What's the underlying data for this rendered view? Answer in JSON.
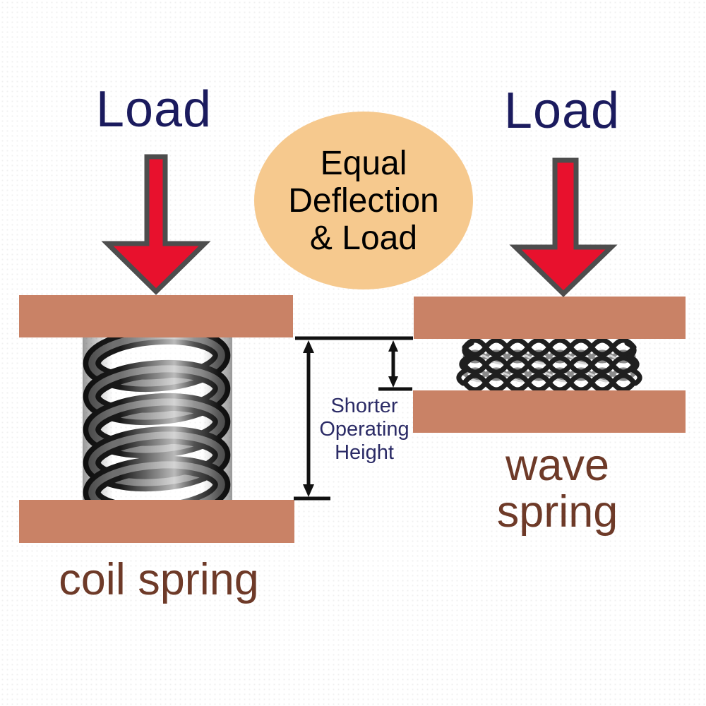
{
  "left_column": {
    "load_label": "Load",
    "spring_label": "coil spring"
  },
  "right_column": {
    "load_label": "Load",
    "spring_label": "wave spring"
  },
  "callout": {
    "lines": [
      "Equal",
      "Deflection",
      "& Load"
    ]
  },
  "dimension_note": {
    "lines": [
      "Shorter",
      "Operating",
      "Height"
    ]
  },
  "colors": {
    "plate": "#c98266",
    "arrow_fill": "#e8112d",
    "arrow_outline": "#4d4d4d",
    "callout_fill": "#f6c98e",
    "load_text": "#1b1b5e",
    "dimension_text": "#2b2b66",
    "spring_label_text": "#6e3a28",
    "dimension_lines": "#111111",
    "coil_spring_dark": "#181818",
    "wave_spring_dark": "#1f1f1f"
  },
  "icons": {
    "left_load_arrow": "down-arrow-icon",
    "right_load_arrow": "down-arrow-icon",
    "tall_dimension": "double-headed-vertical-arrow-icon",
    "short_dimension": "double-headed-vertical-arrow-icon"
  }
}
